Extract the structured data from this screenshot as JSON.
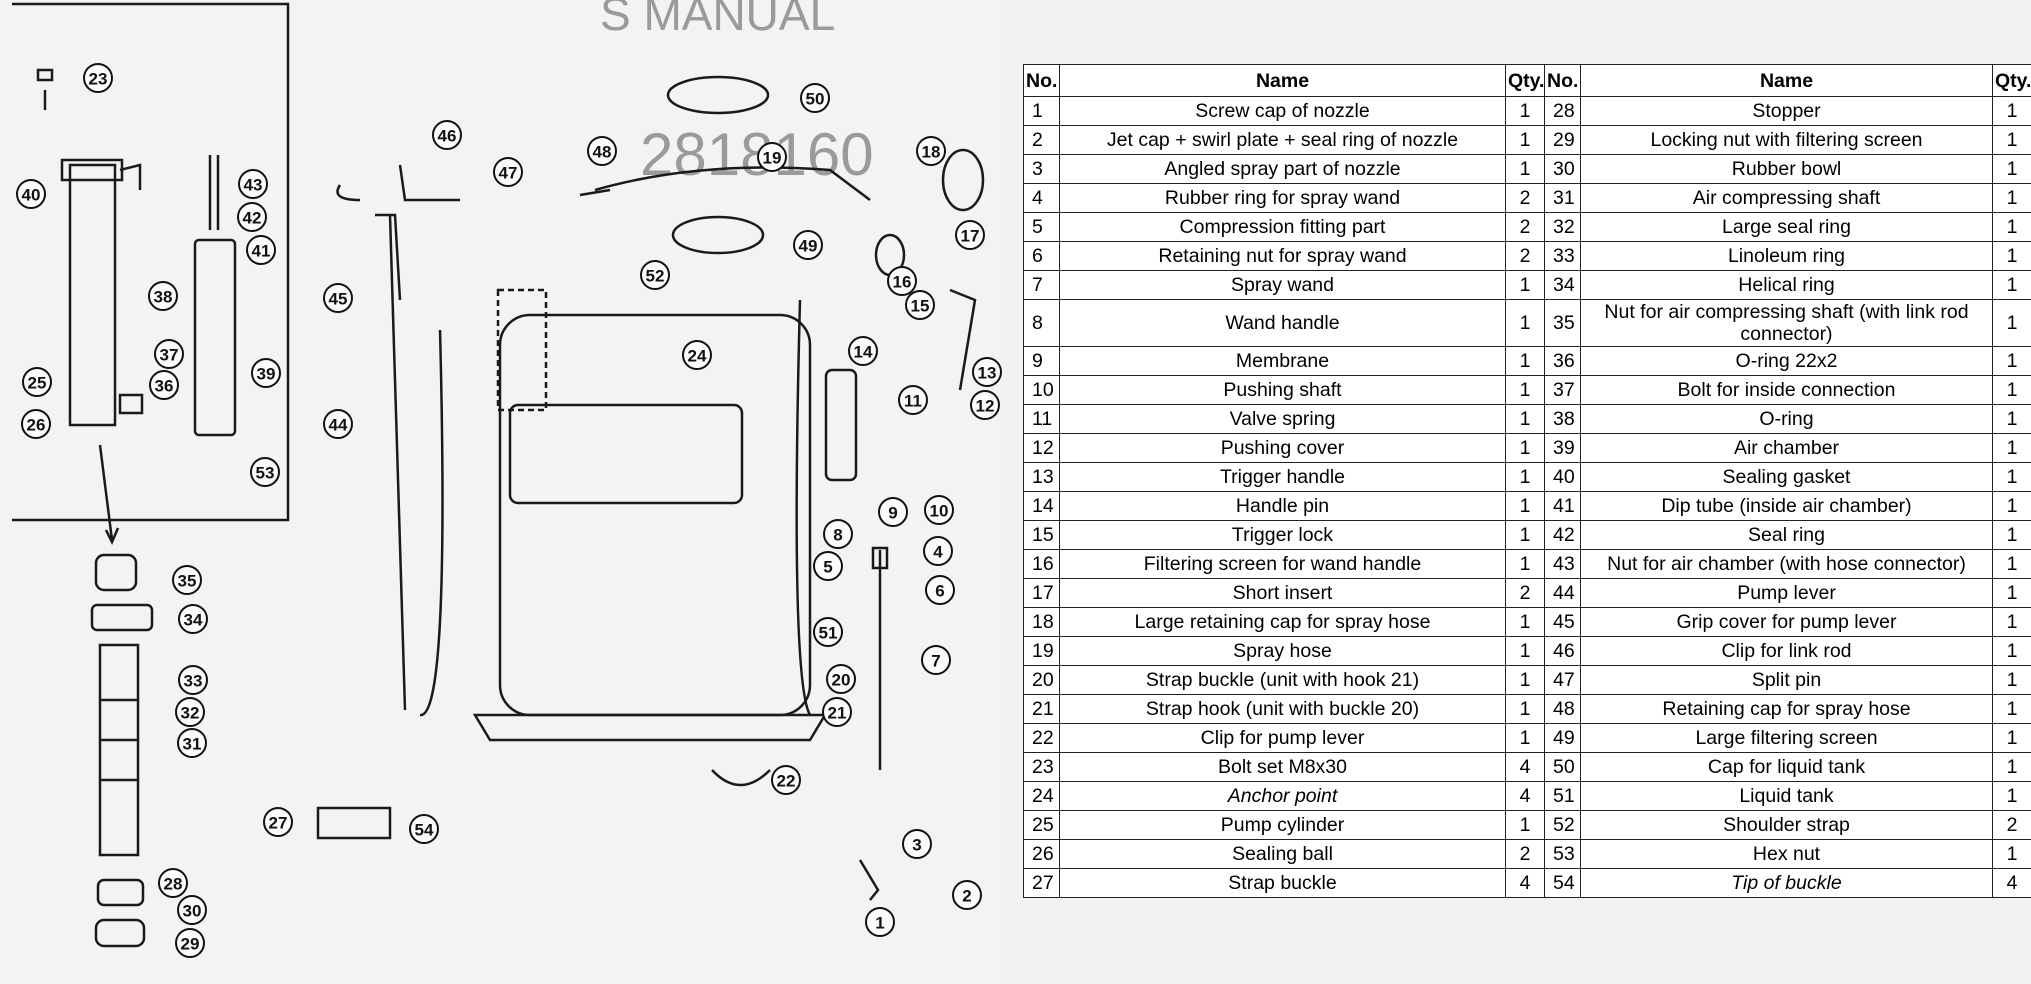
{
  "background_text": {
    "manual_heading": "S MANUAL",
    "model_code": "2818160"
  },
  "diagram_callouts": [
    "1",
    "2",
    "3",
    "4",
    "5",
    "6",
    "7",
    "8",
    "9",
    "10",
    "11",
    "12",
    "13",
    "14",
    "15",
    "16",
    "17",
    "18",
    "19",
    "20",
    "21",
    "22",
    "23",
    "24",
    "25",
    "26",
    "27",
    "28",
    "29",
    "30",
    "31",
    "32",
    "33",
    "34",
    "35",
    "36",
    "37",
    "38",
    "39",
    "40",
    "41",
    "42",
    "43",
    "44",
    "45",
    "46",
    "47",
    "48",
    "49",
    "50",
    "51",
    "52",
    "53",
    "54"
  ],
  "table": {
    "headers": {
      "no": "No.",
      "name": "Name",
      "qty": "Qty."
    },
    "rows": [
      {
        "l_no": "1",
        "l_name": "Screw cap of nozzle",
        "l_qty": "1",
        "r_no": "28",
        "r_name": "Stopper",
        "r_qty": "1"
      },
      {
        "l_no": "2",
        "l_name": "Jet cap + swirl plate + seal ring of nozzle",
        "l_qty": "1",
        "r_no": "29",
        "r_name": "Locking nut with filtering screen",
        "r_qty": "1"
      },
      {
        "l_no": "3",
        "l_name": "Angled spray part of nozzle",
        "l_qty": "1",
        "r_no": "30",
        "r_name": "Rubber bowl",
        "r_qty": "1"
      },
      {
        "l_no": "4",
        "l_name": "Rubber ring for spray wand",
        "l_qty": "2",
        "r_no": "31",
        "r_name": "Air compressing shaft",
        "r_qty": "1"
      },
      {
        "l_no": "5",
        "l_name": "Compression fitting part",
        "l_qty": "2",
        "r_no": "32",
        "r_name": "Large seal ring",
        "r_qty": "1"
      },
      {
        "l_no": "6",
        "l_name": "Retaining nut for spray wand",
        "l_qty": "2",
        "r_no": "33",
        "r_name": "Linoleum ring",
        "r_qty": "1"
      },
      {
        "l_no": "7",
        "l_name": "Spray wand",
        "l_qty": "1",
        "r_no": "34",
        "r_name": "Helical ring",
        "r_qty": "1"
      },
      {
        "l_no": "8",
        "l_name": "Wand handle",
        "l_qty": "1",
        "r_no": "35",
        "r_name": "Nut for air compressing shaft (with link rod connector)",
        "r_qty": "1"
      },
      {
        "l_no": "9",
        "l_name": "Membrane",
        "l_qty": "1",
        "r_no": "36",
        "r_name": "O-ring 22x2",
        "r_qty": "1"
      },
      {
        "l_no": "10",
        "l_name": "Pushing shaft",
        "l_qty": "1",
        "r_no": "37",
        "r_name": "Bolt for inside connection",
        "r_qty": "1"
      },
      {
        "l_no": "11",
        "l_name": "Valve spring",
        "l_qty": "1",
        "r_no": "38",
        "r_name": "O-ring",
        "r_qty": "1"
      },
      {
        "l_no": "12",
        "l_name": "Pushing cover",
        "l_qty": "1",
        "r_no": "39",
        "r_name": "Air chamber",
        "r_qty": "1"
      },
      {
        "l_no": "13",
        "l_name": "Trigger handle",
        "l_qty": "1",
        "r_no": "40",
        "r_name": "Sealing gasket",
        "r_qty": "1"
      },
      {
        "l_no": "14",
        "l_name": "Handle pin",
        "l_qty": "1",
        "r_no": "41",
        "r_name": "Dip tube (inside air chamber)",
        "r_qty": "1"
      },
      {
        "l_no": "15",
        "l_name": "Trigger lock",
        "l_qty": "1",
        "r_no": "42",
        "r_name": "Seal ring",
        "r_qty": "1"
      },
      {
        "l_no": "16",
        "l_name": "Filtering screen for wand handle",
        "l_qty": "1",
        "r_no": "43",
        "r_name": "Nut for air chamber (with hose connector)",
        "r_qty": "1"
      },
      {
        "l_no": "17",
        "l_name": "Short insert",
        "l_qty": "2",
        "r_no": "44",
        "r_name": "Pump lever",
        "r_qty": "1"
      },
      {
        "l_no": "18",
        "l_name": "Large retaining cap for spray hose",
        "l_qty": "1",
        "r_no": "45",
        "r_name": "Grip cover for pump lever",
        "r_qty": "1"
      },
      {
        "l_no": "19",
        "l_name": "Spray hose",
        "l_qty": "1",
        "r_no": "46",
        "r_name": "Clip for link rod",
        "r_qty": "1"
      },
      {
        "l_no": "20",
        "l_name": "Strap buckle (unit with hook 21)",
        "l_qty": "1",
        "r_no": "47",
        "r_name": "Split pin",
        "r_qty": "1"
      },
      {
        "l_no": "21",
        "l_name": "Strap hook (unit with buckle 20)",
        "l_qty": "1",
        "r_no": "48",
        "r_name": "Retaining cap for spray hose",
        "r_qty": "1"
      },
      {
        "l_no": "22",
        "l_name": "Clip for pump lever",
        "l_qty": "1",
        "r_no": "49",
        "r_name": "Large filtering screen",
        "r_qty": "1"
      },
      {
        "l_no": "23",
        "l_name": "Bolt set M8x30",
        "l_qty": "4",
        "r_no": "50",
        "r_name": "Cap for liquid tank",
        "r_qty": "1"
      },
      {
        "l_no": "24",
        "l_name": "Anchor point",
        "l_qty": "4",
        "r_no": "51",
        "r_name": "Liquid tank",
        "r_qty": "1"
      },
      {
        "l_no": "25",
        "l_name": "Pump cylinder",
        "l_qty": "1",
        "r_no": "52",
        "r_name": "Shoulder strap",
        "r_qty": "2"
      },
      {
        "l_no": "26",
        "l_name": "Sealing ball",
        "l_qty": "2",
        "r_no": "53",
        "r_name": "Hex nut",
        "r_qty": "1"
      },
      {
        "l_no": "27",
        "l_name": "Strap buckle",
        "l_qty": "4",
        "r_no": "54",
        "r_name": "Tip of buckle",
        "r_qty": "4"
      }
    ]
  }
}
